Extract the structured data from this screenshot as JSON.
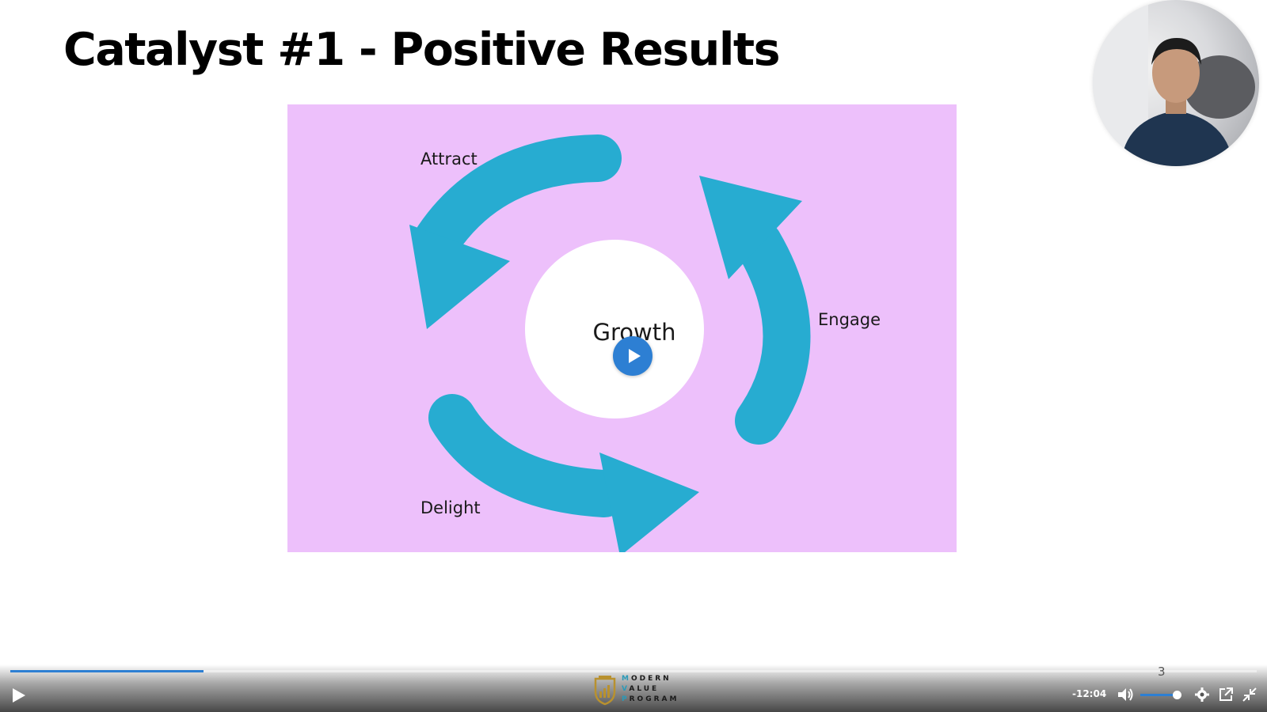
{
  "slide": {
    "title": "Catalyst #1 - Positive Results"
  },
  "diagram": {
    "center_label": "Growth",
    "labels": {
      "attract": "Attract",
      "engage": "Engage",
      "delight": "Delight"
    },
    "colors": {
      "background": "#edc0fb",
      "arrow": "#27acd1",
      "center": "#ffffff"
    }
  },
  "player": {
    "progress_fraction": 0.155,
    "time_remaining": "-12:04",
    "volume_fraction": 0.92,
    "volume_number": "3",
    "brand": {
      "line1_first": "M",
      "line1_rest": "ODERN",
      "line2_first": "V",
      "line2_rest": "ALUE",
      "line3_first": "P",
      "line3_rest": "ROGRAM"
    },
    "accent_color": "#2d7fd3",
    "icons": [
      "play-icon",
      "volume-icon",
      "gear-icon",
      "popout-icon",
      "collapse-icon"
    ]
  }
}
